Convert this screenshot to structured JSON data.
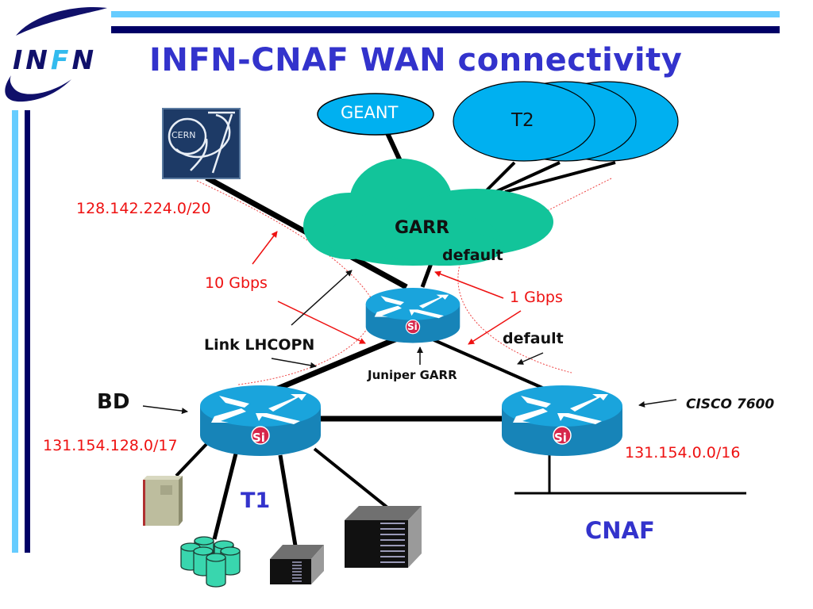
{
  "slide": {
    "title": "INFN-CNAF WAN connectivity",
    "logo": {
      "parts": [
        "I",
        "N",
        "F",
        "N"
      ],
      "accent_letter": "F"
    },
    "colors": {
      "title": "#3333cc",
      "header_bar_light": "#66ccff",
      "header_bar_dark": "#000066",
      "annotation_red": "#ee1111",
      "cloud": "#12c49a",
      "ellipse": "#00b0f0",
      "router_top": "#1aa4dc",
      "router_side": "#1784b8",
      "si_badge": "#d6264a"
    }
  },
  "nodes": {
    "cern": {
      "label": "CERN",
      "icon": "cern-logo-icon"
    },
    "geant": {
      "label": "GEANT"
    },
    "t2": {
      "label": "T2",
      "count": 3
    },
    "garr": {
      "label": "GARR"
    },
    "juniper": {
      "label": "Juniper GARR",
      "badge": "Si"
    },
    "bd": {
      "label": "BD",
      "badge": "Si"
    },
    "cisco": {
      "label": "CISCO 7600",
      "badge": "Si"
    },
    "t1": {
      "label": "T1"
    },
    "cnaf": {
      "label": "CNAF"
    }
  },
  "annotations": {
    "cern_net": "128.142.224.0/20",
    "speed_10g": "10 Gbps",
    "speed_1g": "1 Gbps",
    "default_garr": "default",
    "default_cisco": "default",
    "link_lhcopn": "Link LHCOPN",
    "bd_net": "131.154.128.0/17",
    "cnaf_net": "131.154.0.0/16"
  }
}
